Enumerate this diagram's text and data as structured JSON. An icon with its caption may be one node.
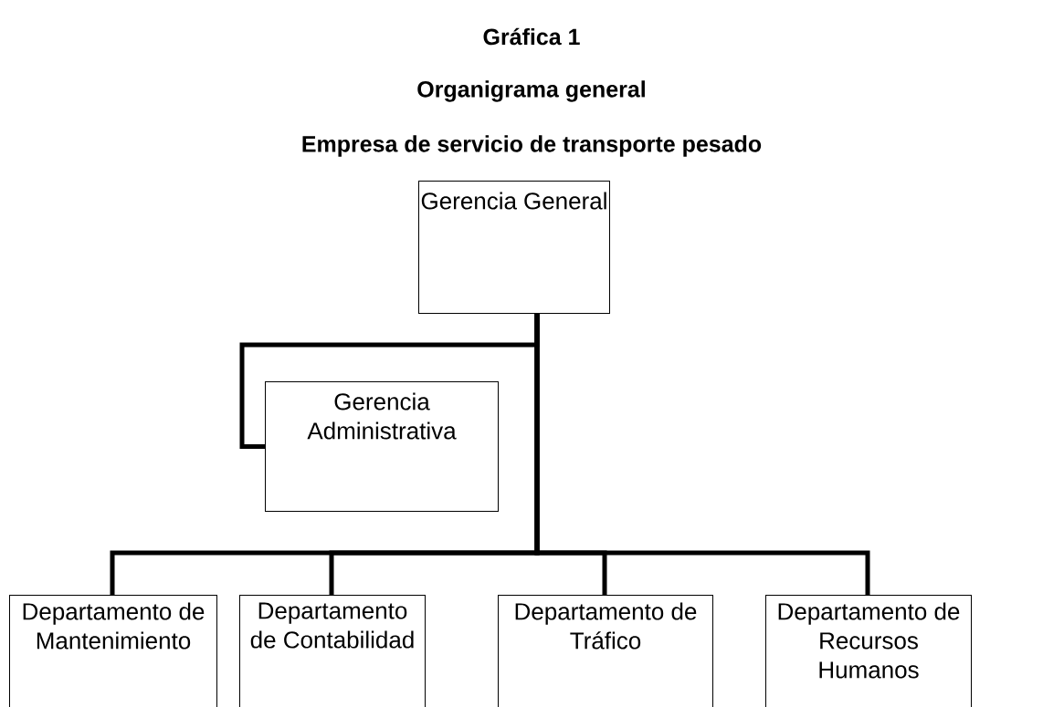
{
  "diagram": {
    "title": "Gráfica 1",
    "labels": [
      "Organigrama general",
      "Empresa de servicio de transporte pesado"
    ],
    "nodes": [
      {
        "text": [
          "Gerencia General"
        ]
      },
      {
        "text": [
          "Gerencia Administrativa"
        ]
      },
      {
        "text": [
          "Departamento de Mantenimiento"
        ]
      },
      {
        "text": [
          "Departamento de Contabilidad"
        ]
      },
      {
        "text": [
          "Departamento de Tráfico"
        ]
      },
      {
        "text": [
          "Departamento de Recursos Humanos"
        ]
      }
    ],
    "edges": [
      {
        "from": 0,
        "to": 1,
        "arrow": "none"
      },
      {
        "from": 0,
        "to": 2,
        "arrow": "none"
      },
      {
        "from": 0,
        "to": 3,
        "arrow": "none"
      },
      {
        "from": 0,
        "to": 4,
        "arrow": "none"
      },
      {
        "from": 0,
        "to": 5,
        "arrow": "none"
      }
    ]
  }
}
